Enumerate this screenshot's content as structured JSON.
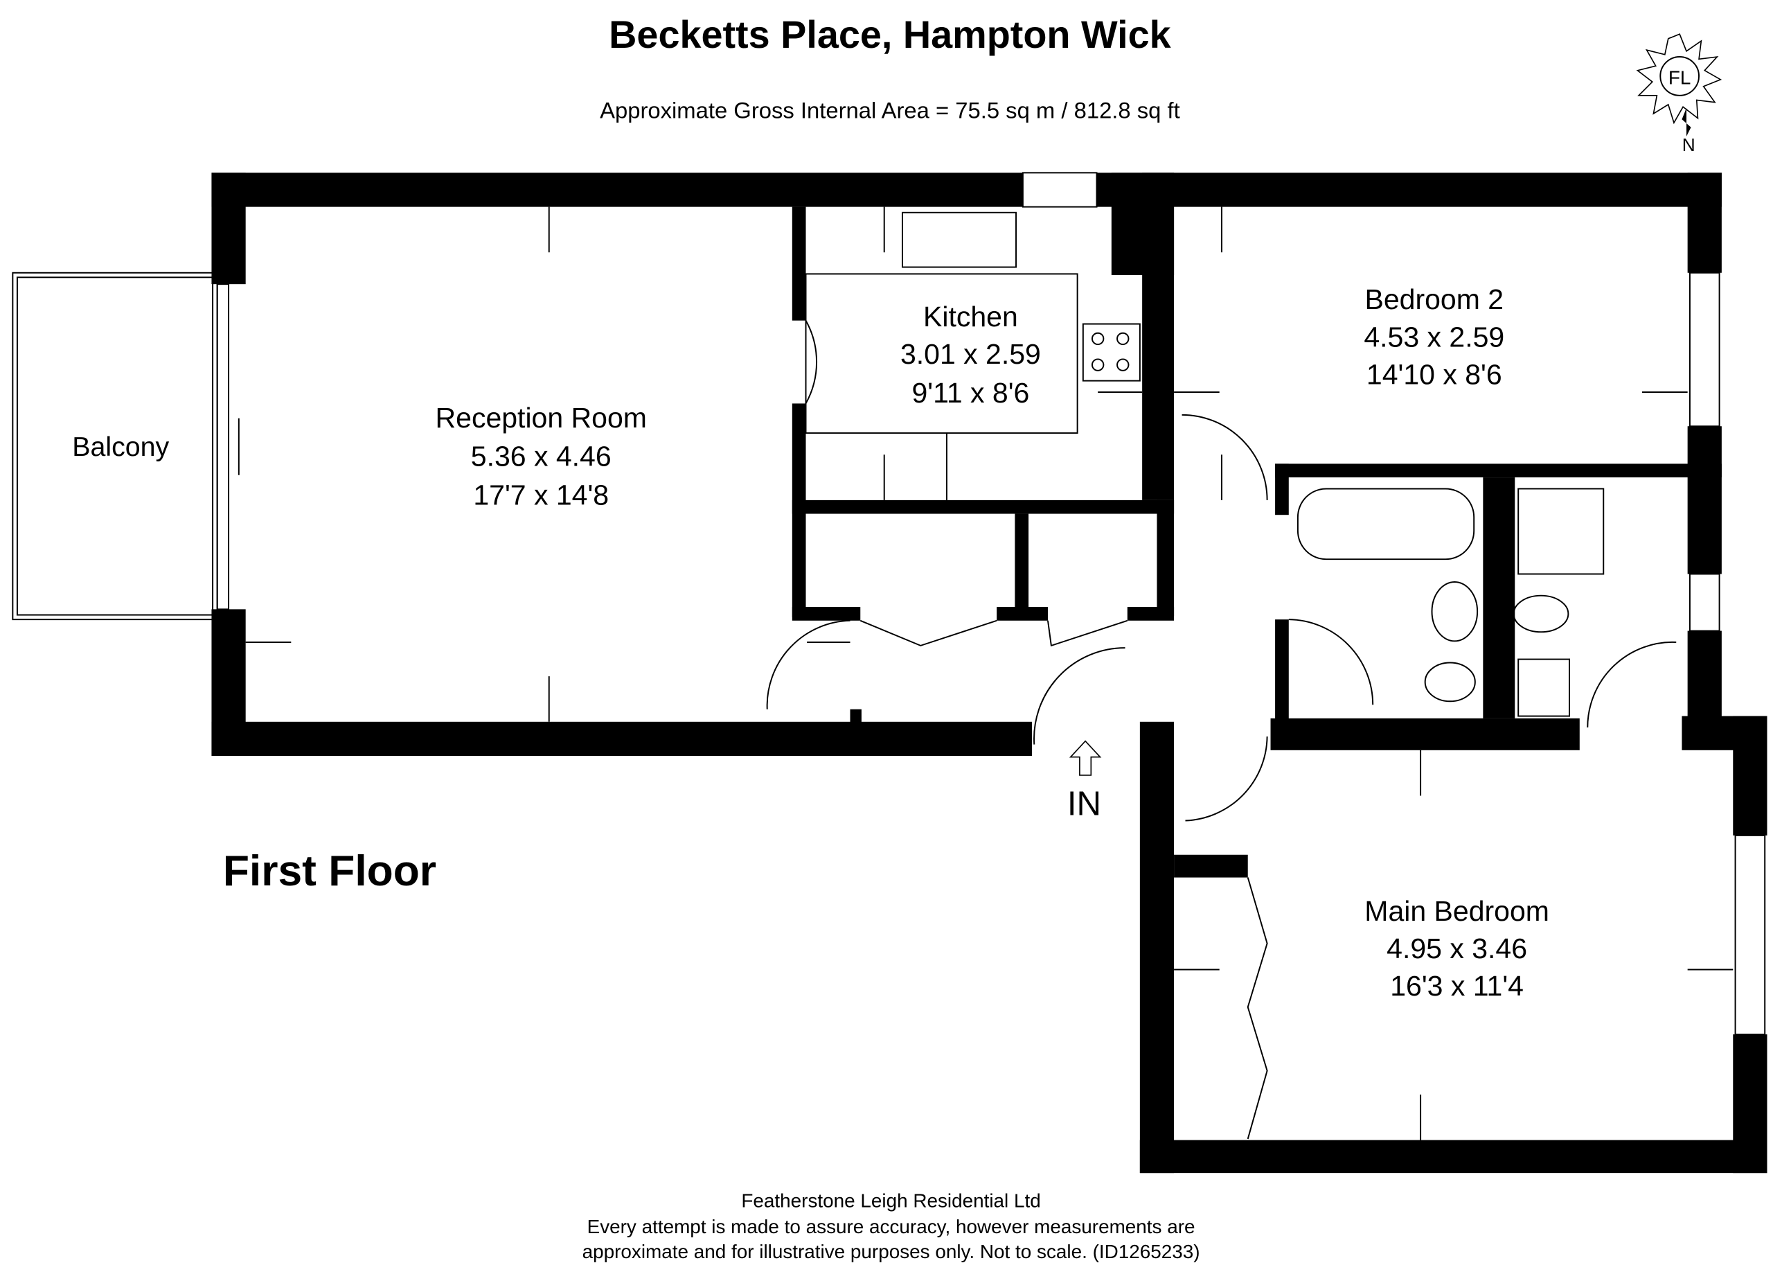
{
  "title": "Becketts Place, Hampton Wick",
  "subtitle": "Approximate Gross Internal Area = 75.5 sq m / 812.8 sq ft",
  "floor_label": "First Floor",
  "entrance_label": "IN",
  "compass": {
    "logo": "FL",
    "north": "N"
  },
  "rooms": {
    "balcony": {
      "name": "Balcony"
    },
    "reception": {
      "name": "Reception Room",
      "metric": "5.36 x 4.46",
      "imperial": "17'7 x 14'8"
    },
    "kitchen": {
      "name": "Kitchen",
      "metric": "3.01 x 2.59",
      "imperial": "9'11 x 8'6"
    },
    "bedroom2": {
      "name": "Bedroom 2",
      "metric": "4.53 x 2.59",
      "imperial": "14'10 x 8'6"
    },
    "main_bedroom": {
      "name": "Main Bedroom",
      "metric": "4.95 x 3.46",
      "imperial": "16'3 x 11'4"
    }
  },
  "footer": {
    "company": "Featherstone Leigh Residential Ltd",
    "line1": "Every attempt is made to assure accuracy, however measurements are",
    "line2": "approximate and for illustrative purposes only. Not to scale. (ID1265233)"
  }
}
